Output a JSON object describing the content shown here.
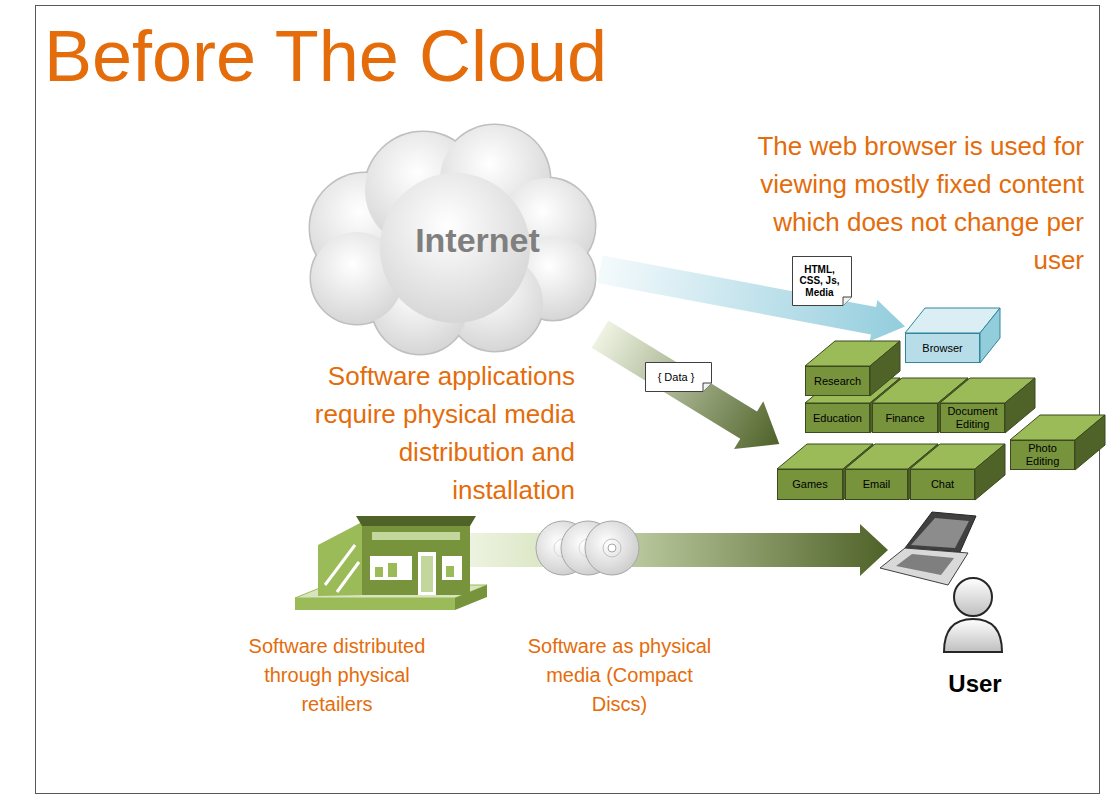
{
  "diagram": {
    "title": "Before The Cloud",
    "nodes": [
      {
        "text": [
          "Internet"
        ]
      },
      {
        "text": [
          "HTML, CSS, Js, Media"
        ]
      },
      {
        "text": [
          "Browser"
        ]
      },
      {
        "text": [
          "{ Data }"
        ]
      },
      {
        "text": [
          "Research"
        ]
      },
      {
        "text": [
          "Education"
        ]
      },
      {
        "text": [
          "Finance"
        ]
      },
      {
        "text": [
          "Document Editing"
        ]
      },
      {
        "text": [
          "Photo Editing"
        ]
      },
      {
        "text": [
          "Games"
        ]
      },
      {
        "text": [
          "Email"
        ]
      },
      {
        "text": [
          "Chat"
        ]
      }
    ],
    "edges": [
      {
        "from": 0,
        "to": 2,
        "arrow": "to"
      },
      {
        "from": 0,
        "to": 9,
        "arrow": "to"
      }
    ],
    "labels": [
      "The web browser is used for viewing mostly fixed content which does not change per user",
      "Software applications require physical media distribution and installation",
      "Software distributed through physical retailers",
      "Software as physical media (Compact Discs)",
      "User"
    ]
  }
}
